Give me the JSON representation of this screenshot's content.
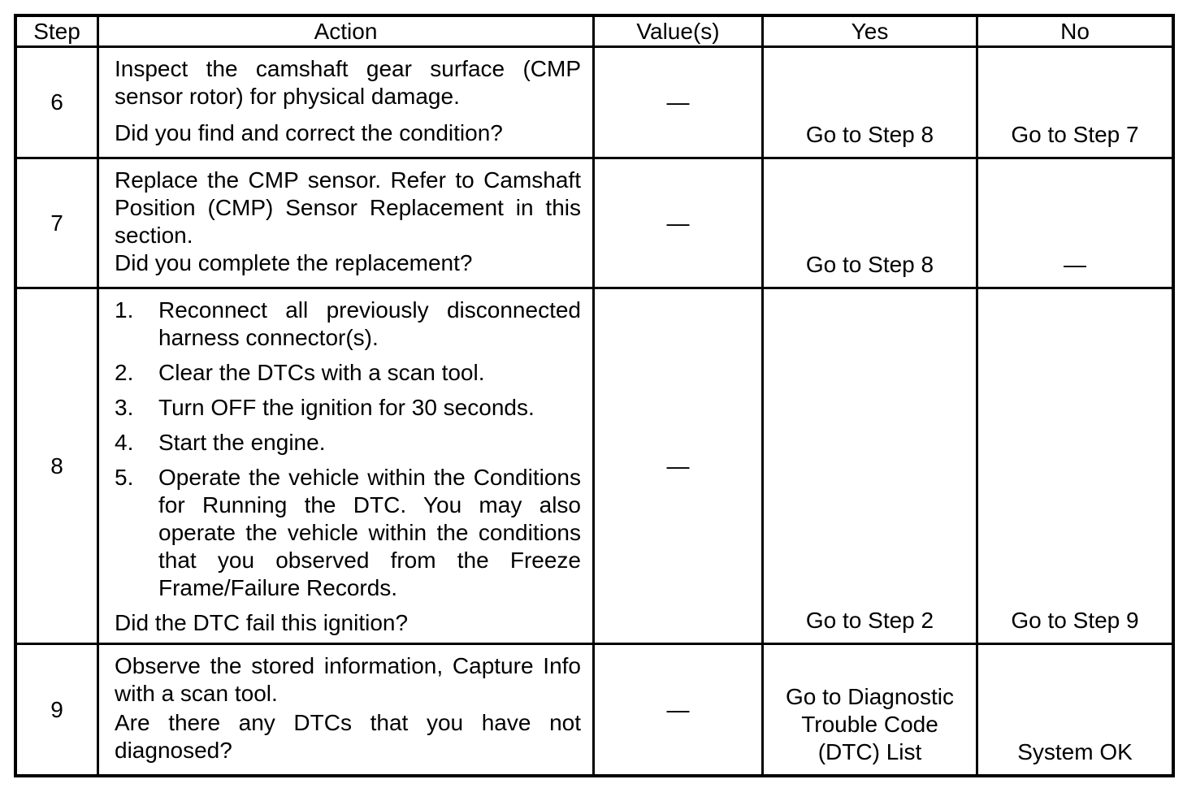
{
  "table": {
    "headers": [
      "Step",
      "Action",
      "Value(s)",
      "Yes",
      "No"
    ],
    "rows": [
      {
        "step": "6",
        "paragraphs": [
          "Inspect the camshaft gear surface (CMP sensor rotor) for physical damage."
        ],
        "question": "Did you find and correct the condition?",
        "value": "—",
        "yes": "Go to Step 8",
        "no": "Go to Step 7"
      },
      {
        "step": "7",
        "paragraphs": [
          "Replace the CMP sensor. Refer to Camshaft Position (CMP) Sensor Replacement in this section."
        ],
        "question": "Did you complete the replacement?",
        "value": "—",
        "yes": "Go to Step 8",
        "no": "—"
      },
      {
        "step": "8",
        "list": [
          {
            "num": "1.",
            "text": "Reconnect all previously disconnected harness connector(s)."
          },
          {
            "num": "2.",
            "text": "Clear the DTCs with a scan tool."
          },
          {
            "num": "3.",
            "text": "Turn OFF the ignition for 30 seconds."
          },
          {
            "num": "4.",
            "text": "Start the engine."
          },
          {
            "num": "5.",
            "text": "Operate the vehicle within the Conditions for Running the DTC. You may also operate the vehicle within the conditions that you observed from the Freeze Frame/Failure Records."
          }
        ],
        "question": "Did the DTC fail this ignition?",
        "value": "—",
        "yes": "Go to Step 2",
        "no": "Go to Step 9"
      },
      {
        "step": "9",
        "paragraphs": [
          "Observe the stored information, Capture Info with a scan tool."
        ],
        "question": "Are there any DTCs that you have not diagnosed?",
        "value": "—",
        "yes": "Go to Diagnostic Trouble Code (DTC) List",
        "no": "System OK"
      }
    ]
  }
}
